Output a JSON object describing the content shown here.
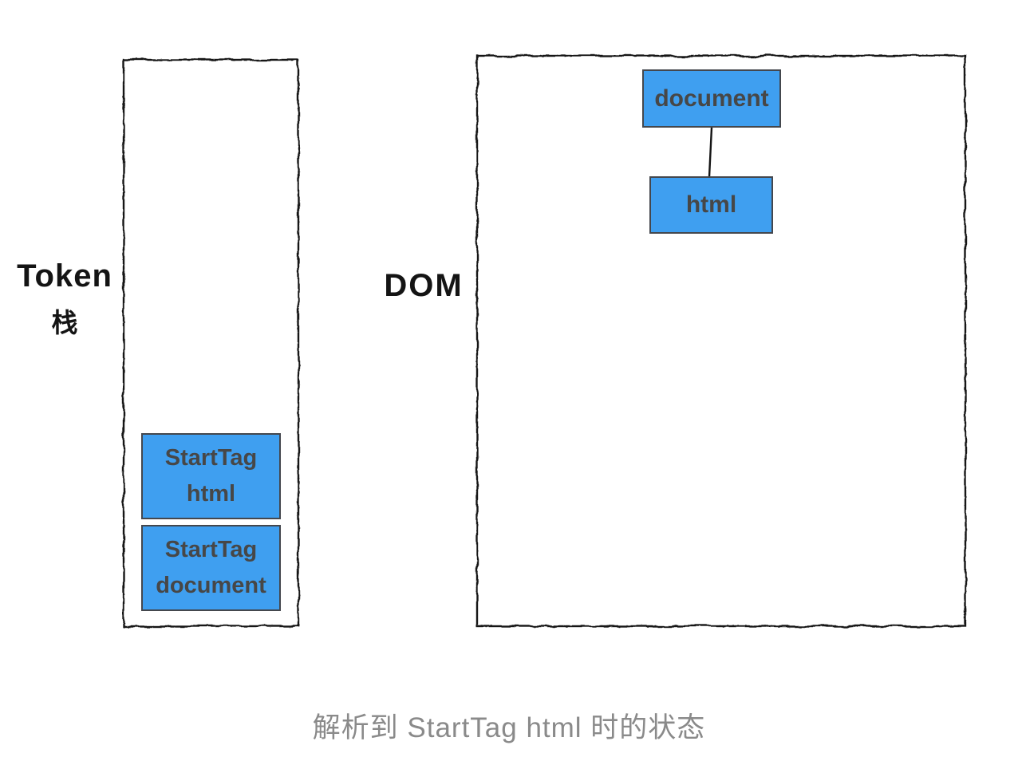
{
  "token_stack": {
    "label_en": "Token",
    "label_zh": "栈",
    "items": [
      {
        "line1": "StartTag",
        "line2": "html"
      },
      {
        "line1": "StartTag",
        "line2": "document"
      }
    ]
  },
  "dom_tree": {
    "label": "DOM",
    "root_node": "document",
    "child_node": "html"
  },
  "caption": "解析到 StartTag html 时的状态",
  "colors": {
    "node_fill": "#3f9ff0",
    "node_border": "#44474d",
    "node_text": "#474747",
    "outline": "#141414",
    "label_text": "#141414",
    "caption_text": "#8a8a8a"
  }
}
